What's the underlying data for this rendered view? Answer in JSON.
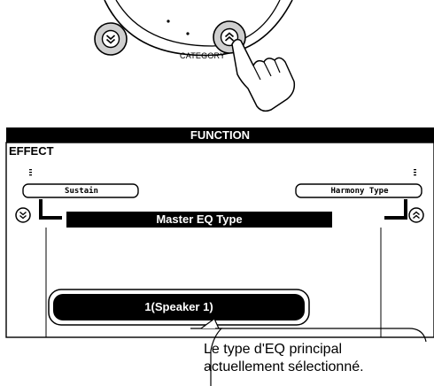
{
  "top_panel": {
    "category_label": "CATEGORY",
    "left_button_icon": "double-chevron-down-icon",
    "right_button_icon": "double-chevron-up-icon"
  },
  "display": {
    "header": "FUNCTION",
    "section": "EFFECT",
    "prev_item": "Sustain",
    "next_item": "Harmony Type",
    "current_function": "Master EQ Type",
    "current_value": "1(Speaker 1)",
    "left_nav_icon": "double-chevron-down-icon",
    "right_nav_icon": "double-chevron-up-icon"
  },
  "callout": {
    "line1": "Le type d'EQ principal",
    "line2": "actuellement sélectionné."
  }
}
